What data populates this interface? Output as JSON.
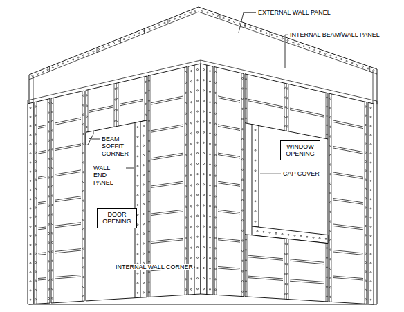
{
  "diagram": {
    "nodes": [
      {
        "text": [
          "DOOR OPENING"
        ]
      },
      {
        "text": [
          "WINDOW OPENING"
        ]
      }
    ],
    "labels": [
      "EXTERNAL WALL PANEL",
      "INTERNAL BEAM/WALL PANEL",
      "BEAM SOFFIT CORNER",
      "WALL END PANEL",
      "CAP COVER",
      "INTERNAL WALL CORNER"
    ]
  }
}
